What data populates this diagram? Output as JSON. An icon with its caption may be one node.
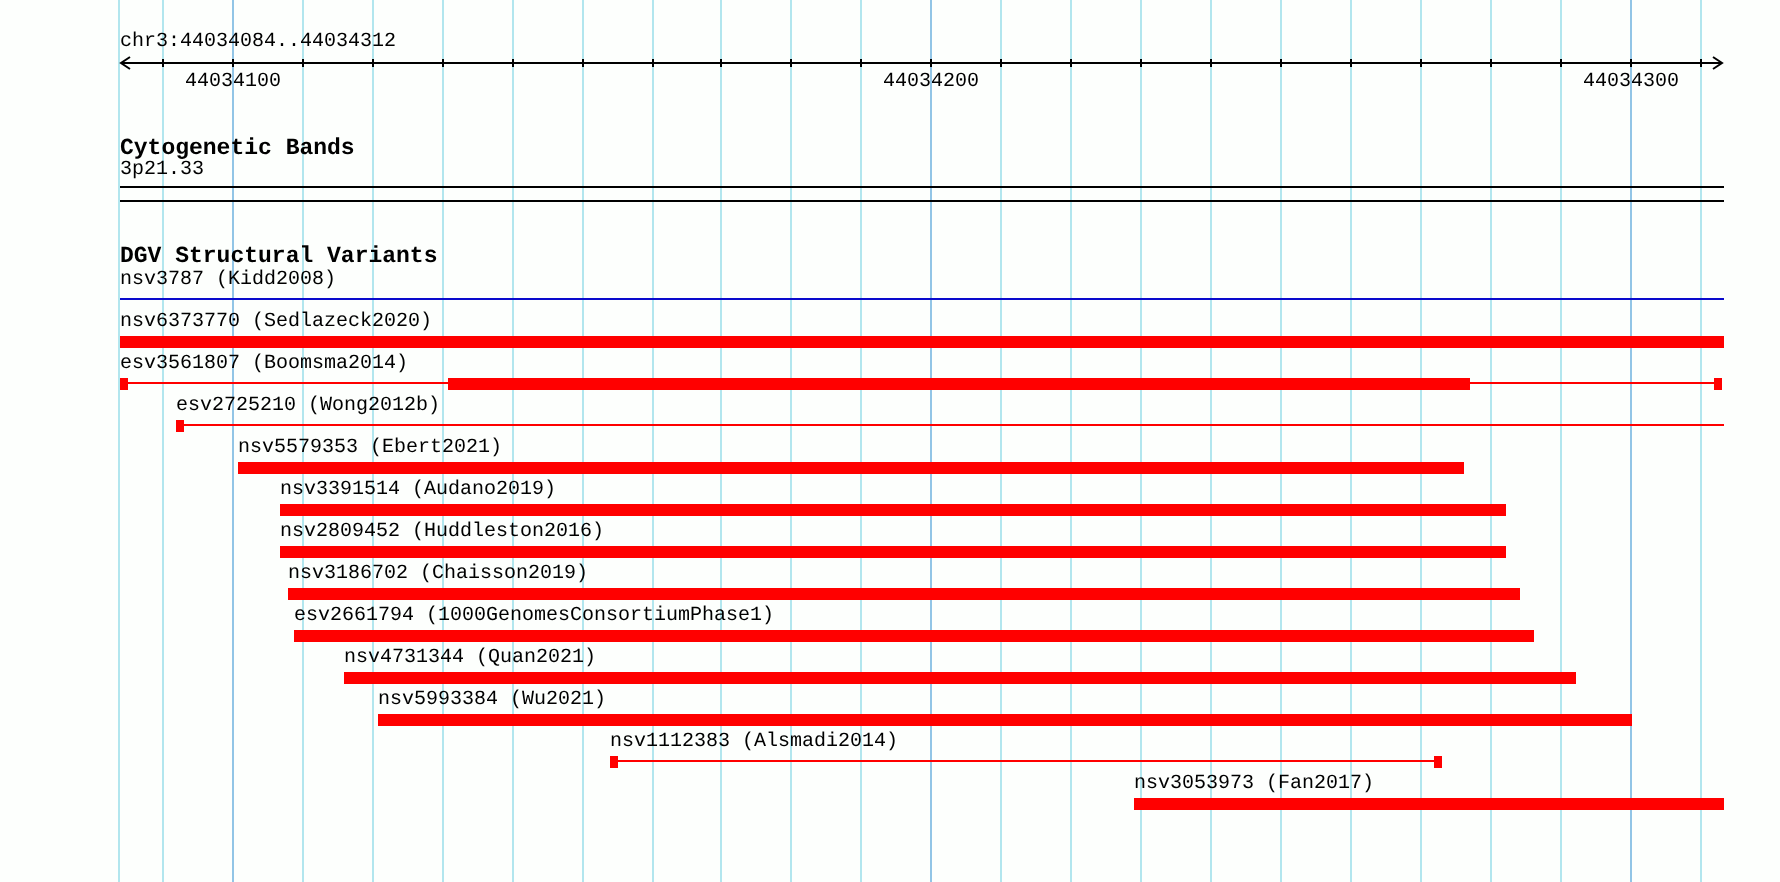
{
  "diagram": {
    "nodes": [
      {
        "text": [],
        "shape": "box",
        "beside": [
          "3p21.33"
        ]
      },
      {
        "text": [],
        "shape": "line",
        "beside": [
          "nsv3787 (Kidd2008)"
        ]
      },
      {
        "text": [],
        "shape": "bar",
        "beside": [
          "nsv6373770 (Sedlazeck2020)"
        ]
      },
      {
        "text": [],
        "shape": "bar",
        "beside": [
          "esv3561807 (Boomsma2014)"
        ]
      },
      {
        "text": [],
        "shape": "bar",
        "beside": [
          "esv2725210 (Wong2012b)"
        ]
      },
      {
        "text": [],
        "shape": "bar",
        "beside": [
          "nsv5579353 (Ebert2021)"
        ]
      },
      {
        "text": [],
        "shape": "bar",
        "beside": [
          "nsv3391514 (Audano2019)"
        ]
      },
      {
        "text": [],
        "shape": "bar",
        "beside": [
          "nsv2809452 (Huddleston2016)"
        ]
      },
      {
        "text": [],
        "shape": "bar",
        "beside": [
          "nsv3186702 (Chaisson2019)"
        ]
      },
      {
        "text": [],
        "shape": "bar",
        "beside": [
          "esv2661794 (1000GenomesConsortiumPhase1)"
        ]
      },
      {
        "text": [],
        "shape": "bar",
        "beside": [
          "nsv4731344 (Quan2021)"
        ]
      },
      {
        "text": [],
        "shape": "bar",
        "beside": [
          "nsv5993384 (Wu2021)"
        ]
      },
      {
        "text": [],
        "shape": "bar",
        "beside": [
          "nsv1112383 (Alsmadi2014)"
        ]
      },
      {
        "text": [],
        "shape": "bar",
        "beside": [
          "nsv3053973 (Fan2017)"
        ]
      }
    ],
    "labels": [
      "chr3:44034084..44034312",
      "44034100",
      "44034200",
      "44034300",
      "Cytogenetic Bands",
      "DGV Structural Variants"
    ]
  }
}
